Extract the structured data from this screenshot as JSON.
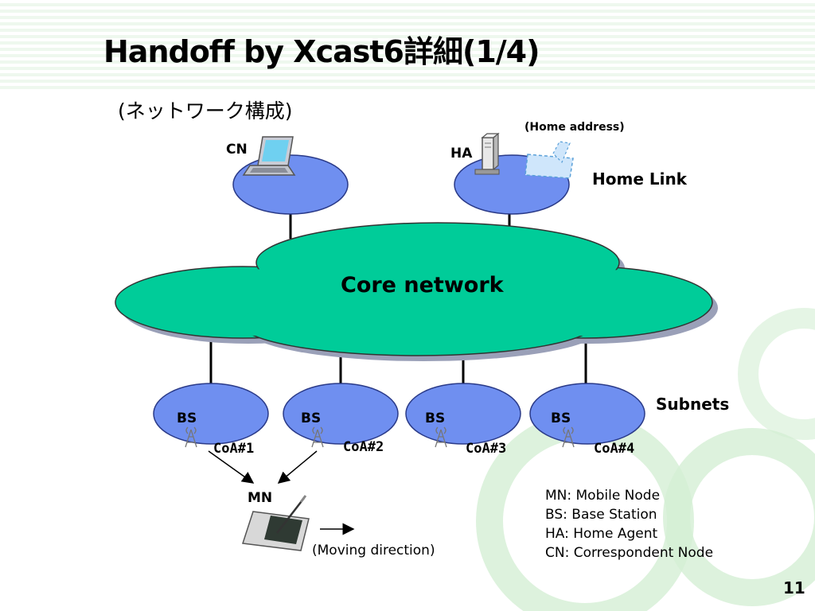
{
  "title": "Handoff by Xcast6詳細(1/4)",
  "subtitle": "(ネットワーク構成)",
  "home_address_label": "(Home address)",
  "home_link_label": "Home Link",
  "subnets_label": "Subnets",
  "core_network_label": "Core network",
  "nodes": {
    "cn": "CN",
    "ha": "HA",
    "mn": "MN",
    "bs": [
      "BS",
      "BS",
      "BS",
      "BS"
    ]
  },
  "coa": [
    "CoA#1",
    "CoA#2",
    "CoA#3",
    "CoA#4"
  ],
  "moving_direction": "(Moving direction)",
  "legend": [
    "MN: Mobile Node",
    "BS: Base Station",
    "HA: Home Agent",
    "CN: Correspondent Node"
  ],
  "page_number": "11",
  "colors": {
    "subnet_blue": "#6f8ff0",
    "core_green": "#00cc99",
    "shadow_gray": "#9aa0b8",
    "deco_green": "#c8ecc8"
  }
}
